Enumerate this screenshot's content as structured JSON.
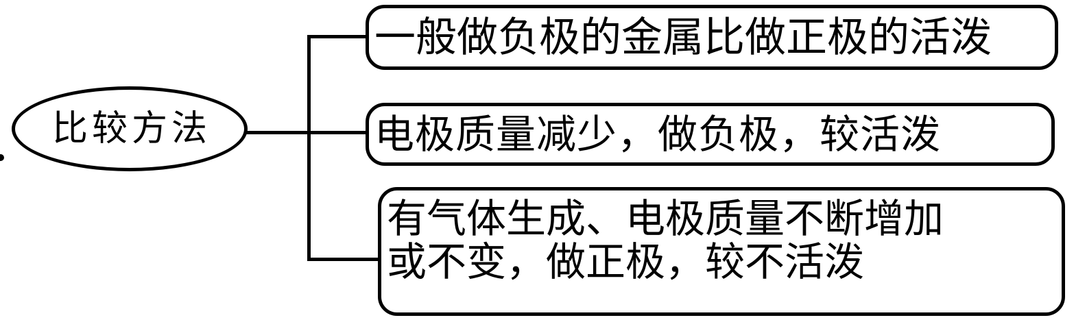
{
  "diagram": {
    "type": "mind-map",
    "root": {
      "label": "比较方法",
      "shape": "ellipse"
    },
    "branches": [
      {
        "id": "branch-1",
        "shape": "rounded-rect",
        "text": "一般做负极的金属比做正极的活泼"
      },
      {
        "id": "branch-2",
        "shape": "rounded-rect",
        "text": "电极质量减少，做负极，较活泼"
      },
      {
        "id": "branch-3",
        "shape": "rounded-rect",
        "text": "有气体生成、电极质量不断增加\n或不变，做正极，较不活泼"
      }
    ],
    "colors": {
      "stroke": "#000000",
      "background": "#ffffff",
      "text": "#000000"
    }
  }
}
